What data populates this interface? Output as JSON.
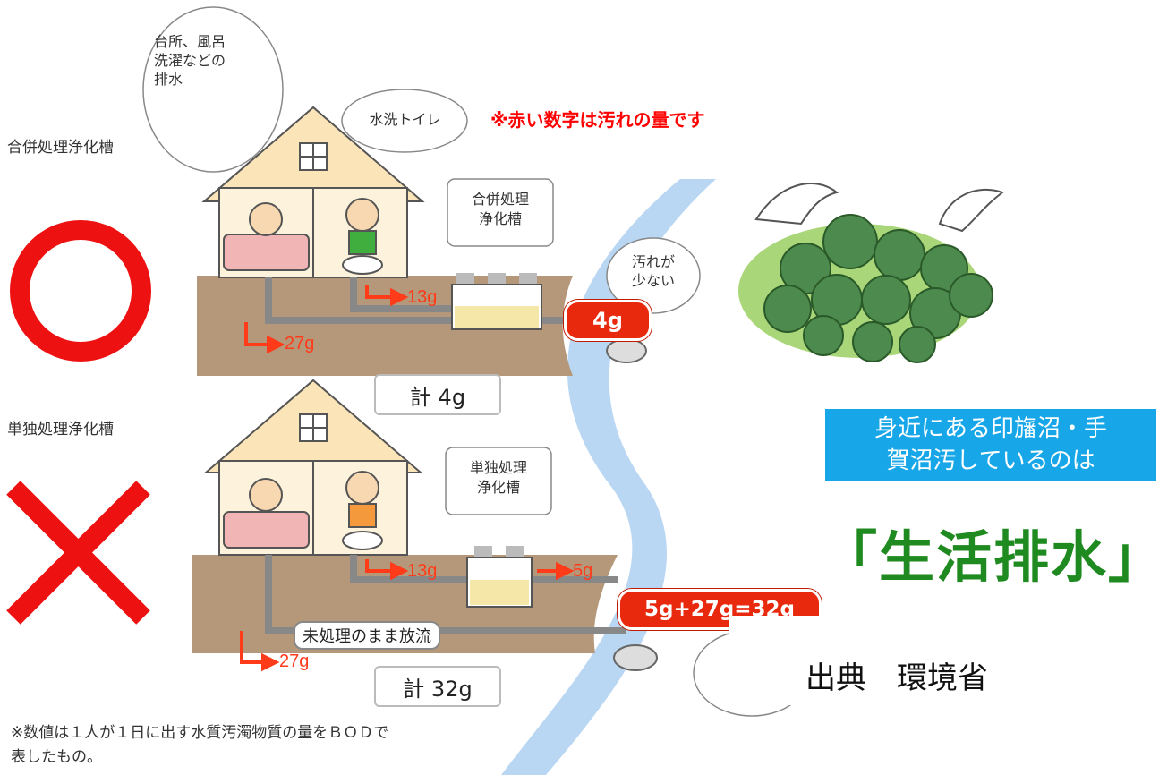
{
  "notes": {
    "red_note": "※赤い数字は汚れの量です",
    "footnote": "※数値は１人が１日に出す水質汚濁物質の量をＢＯＤで\n表したもの。"
  },
  "upper": {
    "label": "合併処理浄化槽",
    "verdict": "〇",
    "bubble_household": "台所、風呂\n洗濯などの\n排水",
    "bubble_toilet": "水洗トイレ",
    "tank_label": "合併処理\n浄化槽",
    "flow_toilet": "13g",
    "flow_household": "27g",
    "river_output": "4g",
    "bubble_river": "汚れが\n少ない",
    "total": "計  4g"
  },
  "lower": {
    "label": "単独処理浄化槽",
    "verdict": "×",
    "tank_label": "単独処理\n浄化槽",
    "flow_toilet": "13g",
    "flow_tank_out": "5g",
    "flow_household": "27g",
    "untreated_label": "未処理のまま放流",
    "river_output": "5g+27g=32g",
    "total": "計 32g"
  },
  "callout": {
    "text": "身近にある印旛沼・手\n賀沼汚しているのは",
    "bg_color": "#17a7e8"
  },
  "slogan": "「生活排水」",
  "source": "出典　環境省",
  "colors": {
    "red": "#e8290e",
    "green_slogan": "#1f8a1f",
    "soil": "#b5987a",
    "river": "#b9d7f3"
  }
}
